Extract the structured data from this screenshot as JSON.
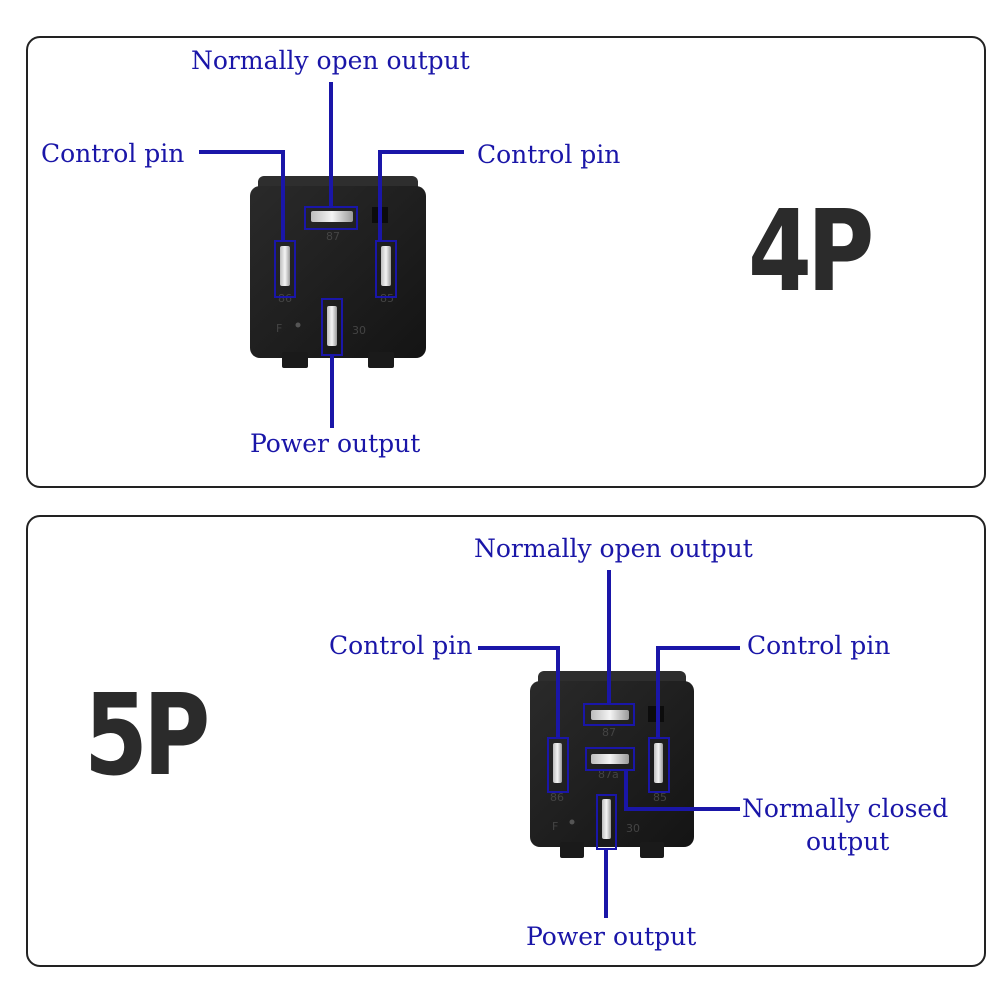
{
  "panel_4p": {
    "title": "4P",
    "labels": {
      "top": "Normally open output",
      "left": "Control pin",
      "right": "Control pin",
      "bottom": "Power output"
    },
    "pin_numbers": {
      "p87": "87",
      "p86": "86",
      "p85": "85",
      "p30": "30",
      "mark": "F"
    }
  },
  "panel_5p": {
    "title": "5P",
    "labels": {
      "top": "Normally open output",
      "left": "Control pin",
      "right": "Control pin",
      "nc_line1": "Normally closed",
      "nc_line2": "output",
      "bottom": "Power output"
    },
    "pin_numbers": {
      "p87": "87",
      "p87a": "87a",
      "p86": "86",
      "p85": "85",
      "p30": "30",
      "mark": "F"
    }
  },
  "colors": {
    "label": "#1a16a8",
    "relay_body": "#1c1c1c",
    "leader_line": "#1a16a8",
    "title": "#2b2b2b"
  }
}
